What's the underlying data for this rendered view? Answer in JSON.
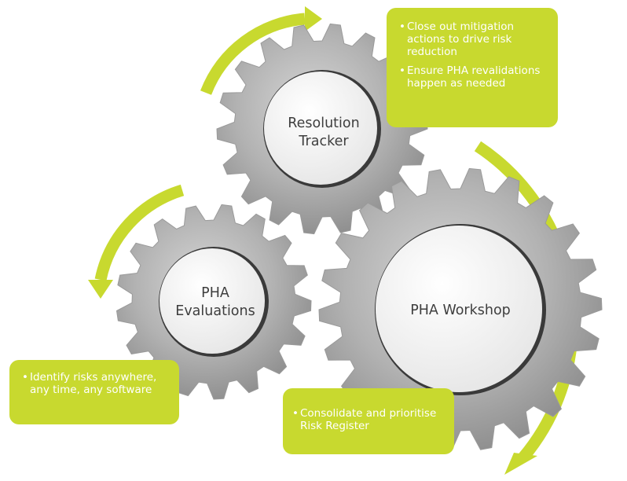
{
  "colors": {
    "accent_green": "#c8d92f",
    "gear_grey": "#a9a9a9",
    "hub_white": "#f4f4f4",
    "hub_rim": "#3a3a3a",
    "label_text": "#3e3e3e",
    "callout_text": "#ffffff"
  },
  "gears": {
    "resolution": {
      "label_line1": "Resolution",
      "label_line2": "Tracker"
    },
    "evaluations": {
      "label_line1": "PHA",
      "label_line2": "Evaluations"
    },
    "workshop": {
      "label": "PHA Workshop"
    }
  },
  "callouts": {
    "top": {
      "items": [
        "Close out mitigation actions to drive risk reduction",
        "Ensure PHA revalidations happen as needed"
      ]
    },
    "left": {
      "items": [
        "Identify risks anywhere, any time, any software"
      ]
    },
    "bottom": {
      "items": [
        "Consolidate and prioritise Risk Register"
      ]
    }
  },
  "arrows": [
    "curved-arrow-top",
    "curved-arrow-left",
    "curved-arrow-right"
  ]
}
